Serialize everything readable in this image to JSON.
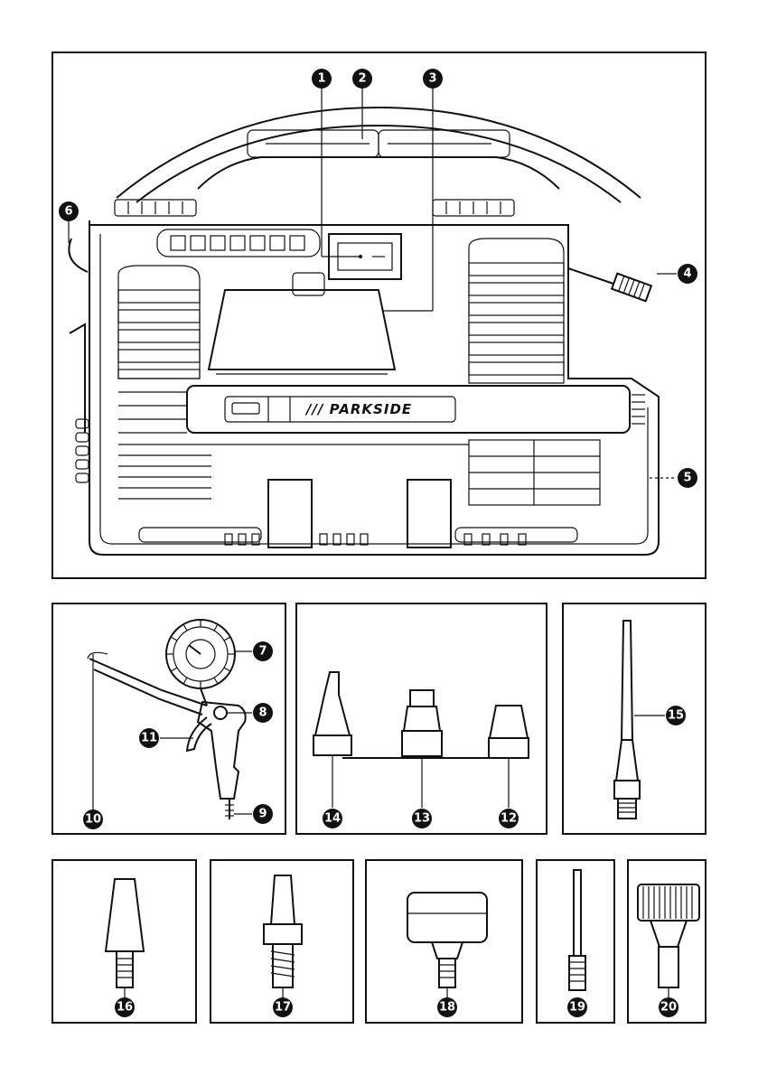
{
  "brand": "/// PARKSIDE",
  "callouts": {
    "c1": "1",
    "c2": "2",
    "c3": "3",
    "c4": "4",
    "c5": "5",
    "c6": "6",
    "c7": "7",
    "c8": "8",
    "c9": "9",
    "c10": "10",
    "c11": "11",
    "c12": "12",
    "c13": "13",
    "c14": "14",
    "c15": "15",
    "c16": "16",
    "c17": "17",
    "c18": "18",
    "c19": "19",
    "c20": "20"
  },
  "gauge_ticks": [
    "1",
    "2",
    "3",
    "4",
    "5",
    "6",
    "7",
    "8",
    "9",
    "10",
    "11",
    "12"
  ],
  "colors": {
    "line": "#111111",
    "background": "#ffffff"
  }
}
